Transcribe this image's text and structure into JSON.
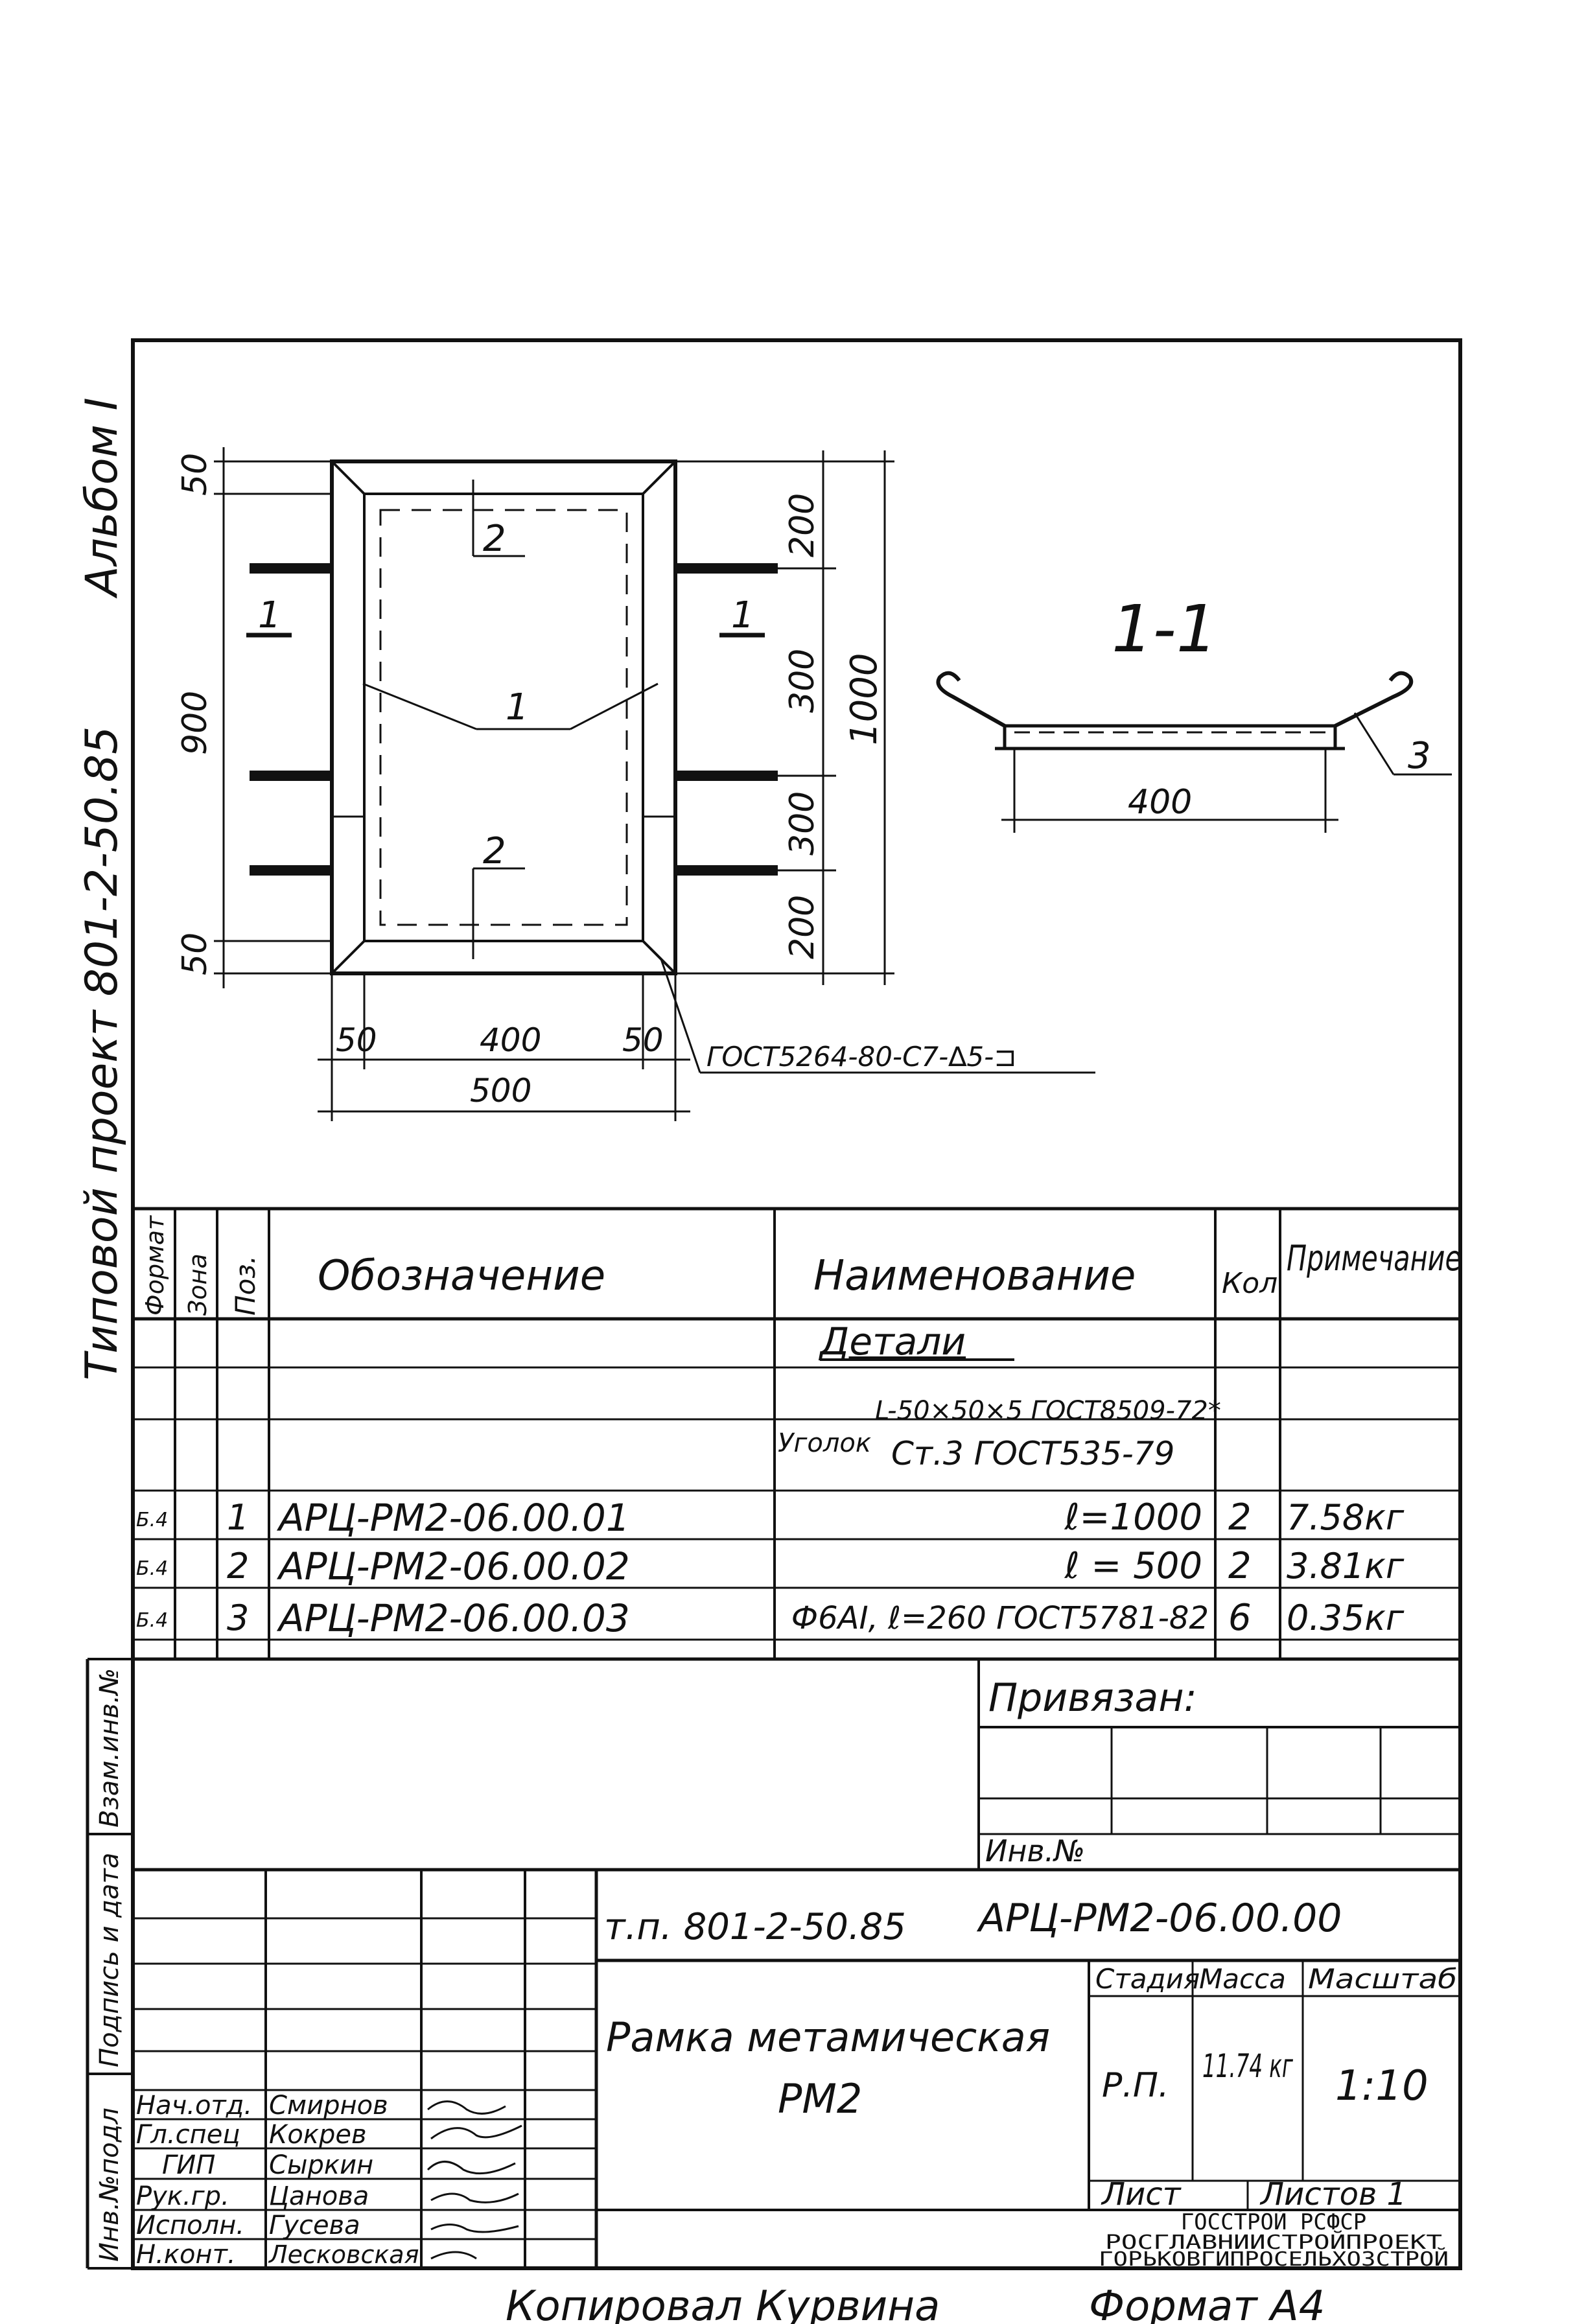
{
  "side": {
    "album": "Альбом I",
    "project": "Типовой проект 801-2-50.85",
    "inv_orig": "Инв.№подл",
    "sign_date": "Подпись и дата",
    "inv_swap": "Взам.инв.№"
  },
  "drawing": {
    "dim_top": "50",
    "dim_900": "900",
    "dim_bottom": "50",
    "dim_r200a": "200",
    "dim_r300a": "300",
    "dim_r300b": "300",
    "dim_r200b": "200",
    "dim_1000": "1000",
    "dim_50l": "50",
    "dim_400": "400",
    "dim_50r": "50",
    "dim_500": "500",
    "pos1": "1",
    "pos2a": "2",
    "pos2b": "2",
    "sect_l": "1",
    "sect_r": "1",
    "weld": "ГОСТ5264-80-С7-∆5-⊐",
    "section_title": "1-1",
    "section_dim": "400",
    "section_pos": "3"
  },
  "spec": {
    "headers": {
      "format": "Формат",
      "zone": "Зона",
      "pos": "Поз.",
      "designation": "Обозначение",
      "name": "Наименование",
      "qty": "Кол",
      "note": "Примечание"
    },
    "group": "Детали",
    "material_1": "Уголок",
    "material_2": "L-50×50×5 ГОСТ8509-72*",
    "material_3": "Ст.3 ГОСТ535-79",
    "rows": [
      {
        "format": "Б.4",
        "pos": "1",
        "designation": "АРЦ-РМ2-06.00.01",
        "name": "ℓ=1000",
        "qty": "2",
        "note": "7.58кг"
      },
      {
        "format": "Б.4",
        "pos": "2",
        "designation": "АРЦ-РМ2-06.00.02",
        "name": "ℓ = 500",
        "qty": "2",
        "note": "3.81кг"
      },
      {
        "format": "Б.4",
        "pos": "3",
        "designation": "АРЦ-РМ2-06.00.03",
        "name": "Ф6АI, ℓ=260 ГОСТ5781-82",
        "qty": "6",
        "note": "0.35кг"
      }
    ]
  },
  "binding": {
    "title": "Привязан:",
    "inv": "Инв.№"
  },
  "title_block": {
    "project": "т.п. 801-2-50.85",
    "code": "АРЦ-РМ2-06.00.00",
    "name_1": "Рамка метамическая",
    "name_2": "РМ2",
    "stage_h": "Стадия",
    "mass_h": "Масса",
    "scale_h": "Масштаб",
    "stage": "Р.П.",
    "mass": "11.74 кг",
    "scale": "1:10",
    "sheet": "Лист",
    "sheets": "Листов 1",
    "org_1": "ГОССТРОЙ РСФСР",
    "org_2": "РОСГЛАВНИИСТРОЙПРОЕКТ",
    "org_3": "ГОРЬКОВГИПРОСЕЛЬХОЗСТРОЙ",
    "people": [
      {
        "role": "Нач.отд.",
        "name": "Смирнов"
      },
      {
        "role": "Гл.спец",
        "name": "Кокрев"
      },
      {
        "role": "ГИП",
        "name": "Сыркин"
      },
      {
        "role": "Рук.гр.",
        "name": "Цанова"
      },
      {
        "role": "Исполн.",
        "name": "Гусева"
      },
      {
        "role": "Н.конт.",
        "name": "Лесковская"
      }
    ]
  },
  "footer": {
    "copied": "Копировал Курвина",
    "format": "Формат А4"
  }
}
